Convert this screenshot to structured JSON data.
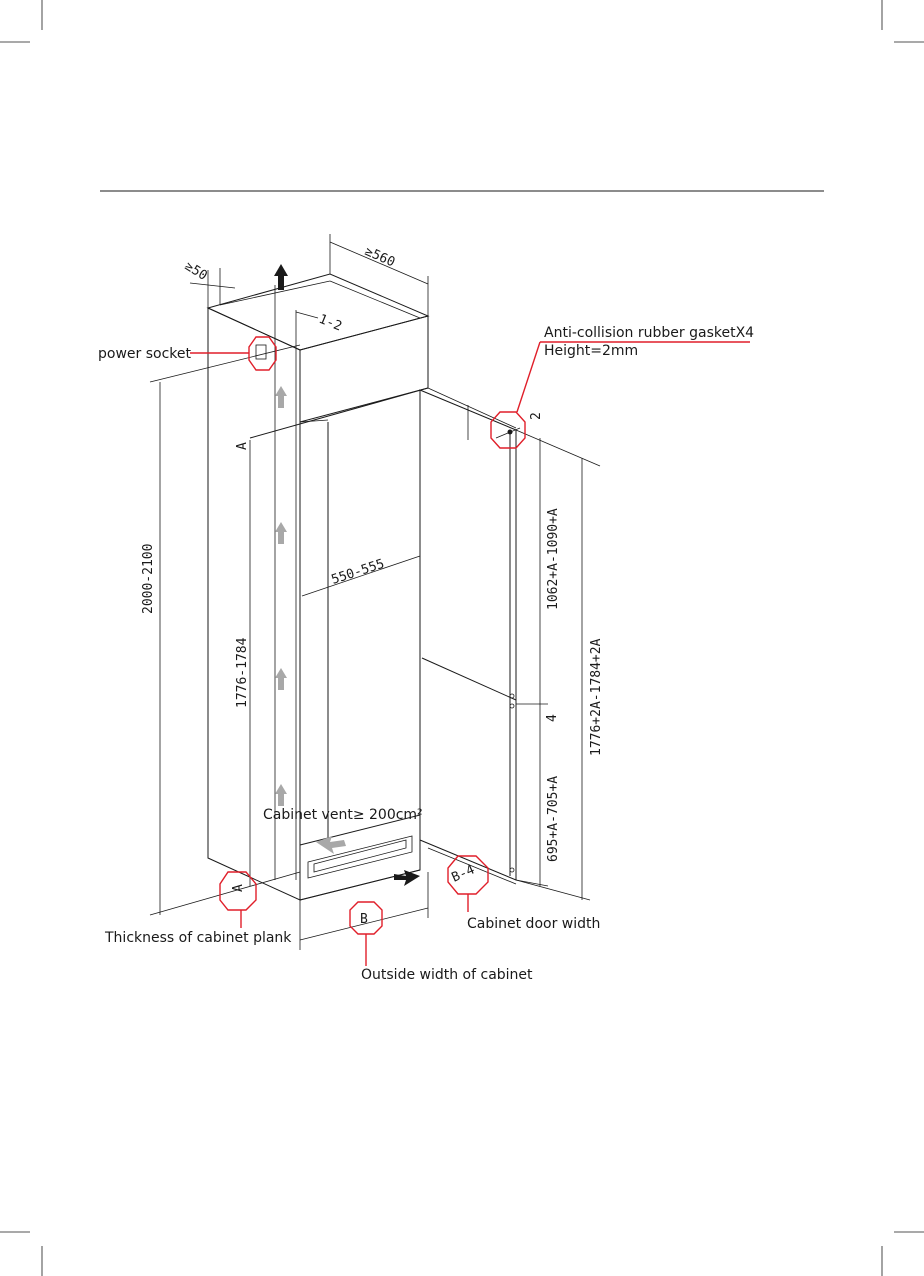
{
  "labels": {
    "power_socket": "power socket",
    "gasket_line1": "Anti-collision rubber gasketX4",
    "gasket_line2": "Height=2mm",
    "cabinet_vent": "Cabinet vent≥ 200cm²",
    "cabinet_door_width": "Cabinet door width",
    "thickness_plank": "Thickness of cabinet plank",
    "outside_width": "Outside width of cabinet"
  },
  "dimensions": {
    "top_gap": "≥50",
    "top_depth": "≥560",
    "gap_1_2": "1-2",
    "gap_2": "2",
    "inner_depth": "550-555",
    "total_height": "2000-2100",
    "niche_height": "1776-1784",
    "upper_door": "1062+A-1090+A",
    "door_total": "1776+2A-1784+2A",
    "gap_4": "4",
    "lower_door": "695+A-705+A",
    "a_top": "A",
    "a_bottom": "A",
    "b_minus_4": "B-4",
    "b": "B"
  },
  "colors": {
    "line": "#1a1a1a",
    "callout": "#e01f2a",
    "airflow": "#a8a8a8"
  }
}
